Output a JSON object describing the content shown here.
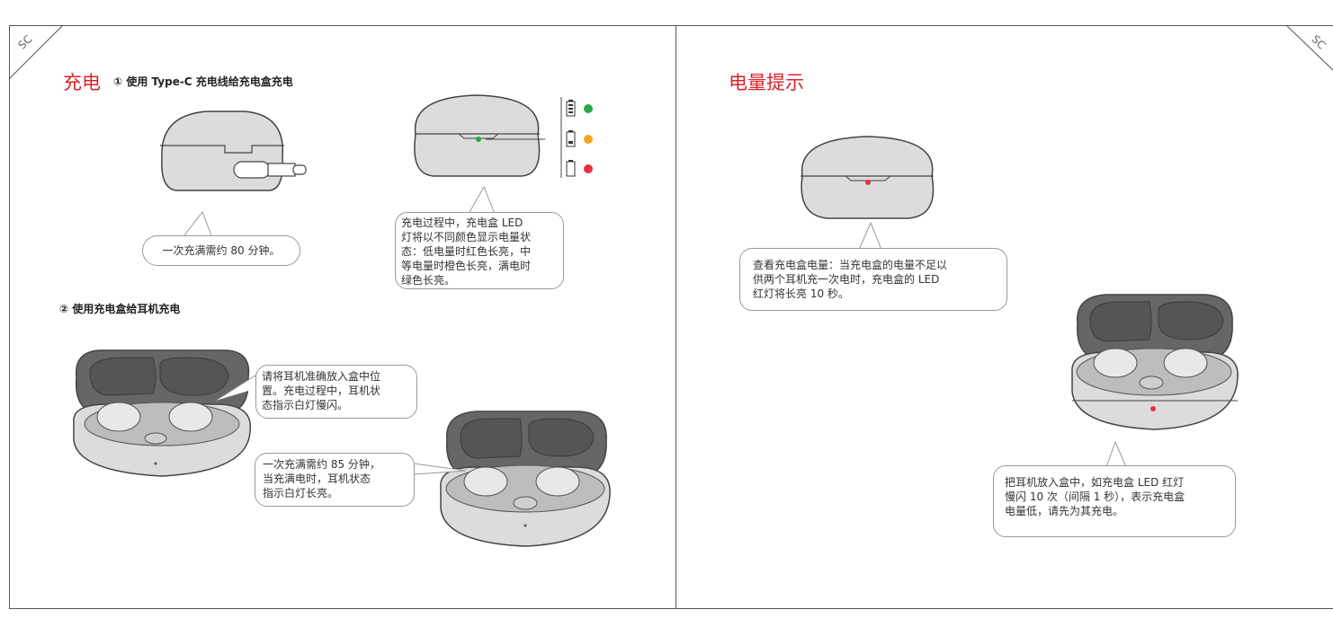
{
  "corner": {
    "left_tag": "SC",
    "right_tag": "SC"
  },
  "left_page": {
    "title": "充电",
    "step1_heading": "① 使用 Type-C 充电线给充电盒充电",
    "step1_bubble": "一次充满需约 80 分钟。",
    "led_bubble_lines": [
      "充电过程中，充电盒 LED",
      "灯将以不同颜色显示电量状",
      "态：低电量时红色长亮，中",
      "等电量时橙色长亮，满电时",
      "绿色长亮。"
    ],
    "step2_heading": "② 使用充电盒给耳机充电",
    "place_bubble_lines": [
      "请将耳机准确放入盒中位",
      "置。充电过程中，耳机状",
      "态指示白灯慢闪。"
    ],
    "full_bubble_lines": [
      "一次充满需约 85 分钟，",
      "当充满电时，耳机状态",
      "指示白灯长亮。"
    ]
  },
  "right_page": {
    "title": "电量提示",
    "check_bubble_lines": [
      "查看充电盒电量：当充电盒的电量不足以",
      "供两个耳机充一次电时，充电盒的 LED",
      "红灯将长亮 10 秒。"
    ],
    "low_bubble_lines": [
      "把耳机放入盒中，如充电盒 LED 红灯",
      "慢闪 10 次（间隔 1 秒），表示充电盒",
      "电量低，请先为其充电。"
    ]
  },
  "colors": {
    "title_red": "#d9232d",
    "led_green": "#2aa84a",
    "led_orange": "#f5a623",
    "led_red": "#e8323c",
    "case_gray": "#dcdcdc"
  }
}
